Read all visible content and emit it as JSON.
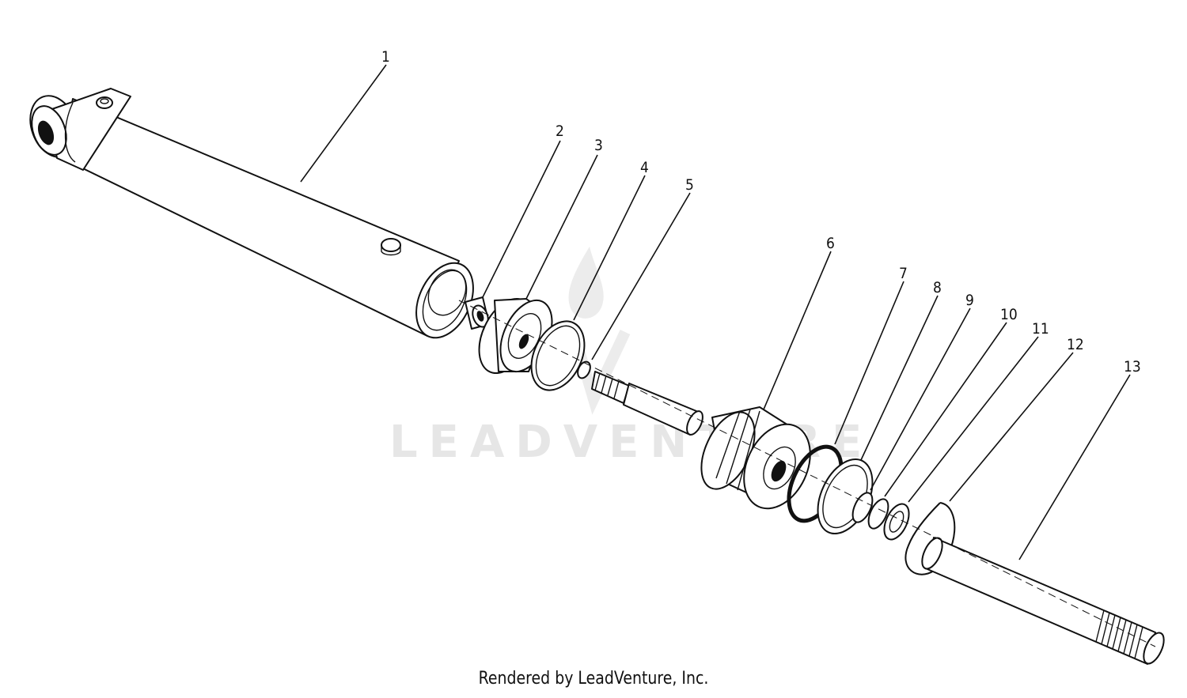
{
  "watermark": "LEADVENTURE",
  "footer": "Rendered by LeadVenture, Inc.",
  "callouts": [
    {
      "label": "1"
    },
    {
      "label": "2"
    },
    {
      "label": "3"
    },
    {
      "label": "4"
    },
    {
      "label": "5"
    },
    {
      "label": "6"
    },
    {
      "label": "7"
    },
    {
      "label": "8"
    },
    {
      "label": "9"
    },
    {
      "label": "10"
    },
    {
      "label": "11"
    },
    {
      "label": "12"
    },
    {
      "label": "13"
    }
  ]
}
